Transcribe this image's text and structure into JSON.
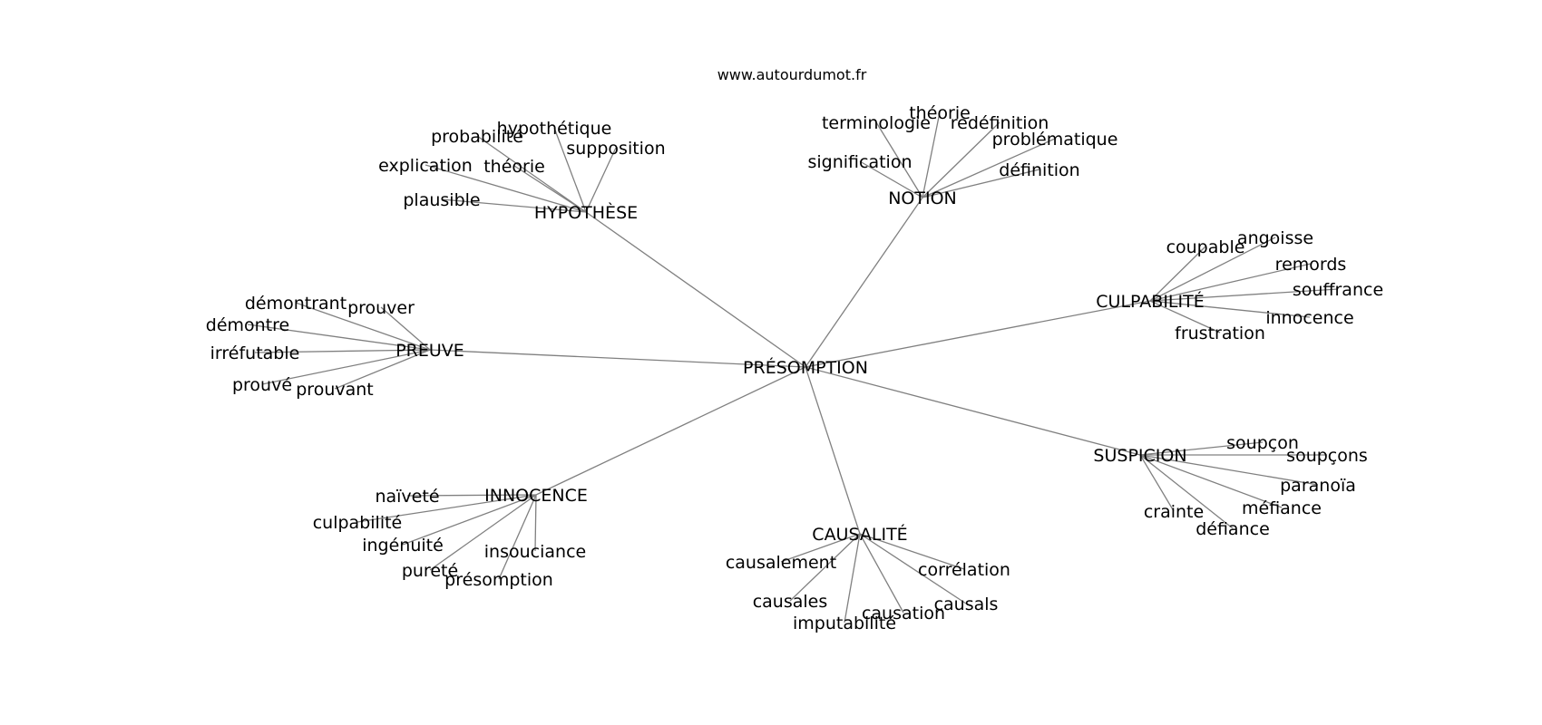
{
  "source": "www.autourdumot.fr",
  "center": "PRÉSOMPTION",
  "hubs": [
    {
      "label": "HYPOTHÈSE",
      "words": [
        "probabilité",
        "hypothétique",
        "supposition",
        "explication",
        "théorie",
        "plausible"
      ]
    },
    {
      "label": "NOTION",
      "words": [
        "théorie",
        "terminologie",
        "redéfinition",
        "problématique",
        "signification",
        "définition"
      ]
    },
    {
      "label": "CULPABILITÉ",
      "words": [
        "coupable",
        "angoisse",
        "remords",
        "souffrance",
        "innocence",
        "frustration"
      ]
    },
    {
      "label": "PREUVE",
      "words": [
        "démontrant",
        "prouver",
        "démontre",
        "irréfutable",
        "prouvé",
        "prouvant"
      ]
    },
    {
      "label": "SUSPICION",
      "words": [
        "soupçon",
        "soupçons",
        "paranoïa",
        "méfiance",
        "crainte",
        "défiance"
      ]
    },
    {
      "label": "INNOCENCE",
      "words": [
        "naïveté",
        "culpabilité",
        "ingénuité",
        "insouciance",
        "pureté",
        "présomption"
      ]
    },
    {
      "label": "CAUSALITÉ",
      "words": [
        "causalement",
        "corrélation",
        "causales",
        "causals",
        "causation",
        "imputabilité"
      ]
    }
  ]
}
